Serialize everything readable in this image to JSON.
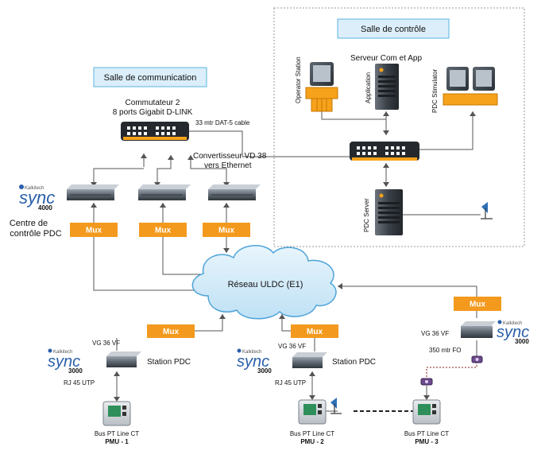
{
  "rooms": {
    "control": "Salle de contrôle",
    "communication": "Salle de communication"
  },
  "control_room": {
    "server_title": "Serveur Com et App",
    "operator_station": "Operator Station",
    "application": "Application",
    "pdc_stimulator": "PDC Stimulator",
    "pdc_server": "PDC Server"
  },
  "switch": {
    "title_line1": "Commutateur 2",
    "title_line2": "8 ports Gigabit D-LINK",
    "cable": "33 mtr DAT-5 cable"
  },
  "converter": {
    "line1": "Convertisseur VD 38",
    "line2": "vers Ethernet"
  },
  "pdc_center": {
    "line1": "Centre de",
    "line2": "contrôle PDC"
  },
  "mux_label": "Mux",
  "network": "Réseau ULDC (E1)",
  "brand": {
    "name": "sync",
    "maker": "Kalkitech",
    "model_center": "4000",
    "model_station": "3000"
  },
  "stations": {
    "vg_label": "VG 36 VF",
    "station_label": "Station PDC",
    "rj45": "RJ 45 UTP",
    "fo": "350 mtr FO"
  },
  "pmus": [
    {
      "line": "Bus PT Line CT",
      "name": "PMU - 1"
    },
    {
      "line": "Bus PT Line CT",
      "name": "PMU - 2"
    },
    {
      "line": "Bus PT Line CT",
      "name": "PMU - 3"
    }
  ],
  "colors": {
    "mux": "#f39a1e",
    "room_label_bg": "#dbeef9",
    "room_label_border": "#58b4e0",
    "cloud": "#cfe9f8",
    "cloud_border": "#4fa3d8",
    "brand_blue": "#2a5faa"
  }
}
